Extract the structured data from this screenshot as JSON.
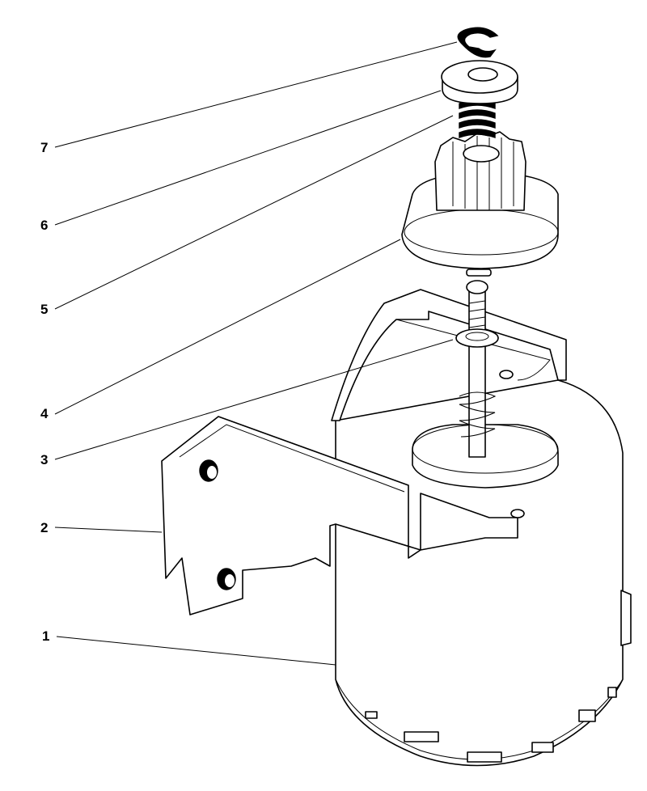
{
  "callouts": [
    {
      "id": "1",
      "label": "1",
      "part": "motor-housing"
    },
    {
      "id": "2",
      "label": "2",
      "part": "mounting-bracket"
    },
    {
      "id": "3",
      "label": "3",
      "part": "thrust-washer"
    },
    {
      "id": "4",
      "label": "4",
      "part": "drive-gear-assembly"
    },
    {
      "id": "5",
      "label": "5",
      "part": "spring"
    },
    {
      "id": "6",
      "label": "6",
      "part": "retainer-cap"
    },
    {
      "id": "7",
      "label": "7",
      "part": "retaining-ring"
    }
  ],
  "colors": {
    "line": "#000000",
    "fill": "#ffffff"
  }
}
